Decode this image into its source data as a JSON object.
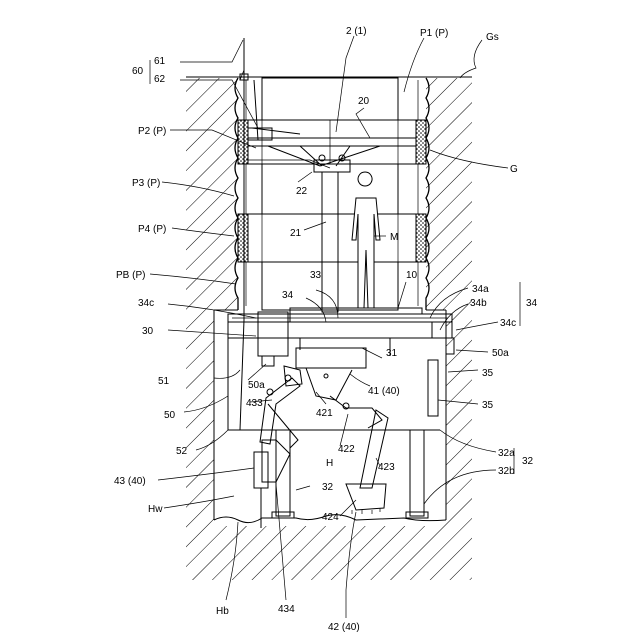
{
  "labels": {
    "l60": "60",
    "l61": "61",
    "l62": "62",
    "l2": "2 (1)",
    "lP1": "P1 (P)",
    "lGs": "Gs",
    "lP2": "P2 (P)",
    "l20": "20",
    "lG": "G",
    "lP3": "P3 (P)",
    "l22": "22",
    "lP4": "P4 (P)",
    "l21": "21",
    "lM": "M",
    "lPB": "PB (P)",
    "l10": "10",
    "l33": "33",
    "l34a": "34a",
    "l34c1": "34c",
    "l34top": "34",
    "l34b": "34b",
    "l34": "34",
    "l34c2": "34c",
    "l30": "30",
    "l31": "31",
    "l50a_r": "50a",
    "l51": "51",
    "l50a_l": "50a",
    "l41": "41 (40)",
    "l35a": "35",
    "l433": "433",
    "l421": "421",
    "l50": "50",
    "l35b": "35",
    "l422": "422",
    "l32a": "32a",
    "l52": "52",
    "l32": "32",
    "lH": "H",
    "l423": "423",
    "l32b": "32b",
    "l43": "43 (40)",
    "l32c": "32",
    "lHw": "Hw",
    "l424": "424",
    "lHb": "Hb",
    "l434": "434",
    "l42": "42 (40)"
  }
}
